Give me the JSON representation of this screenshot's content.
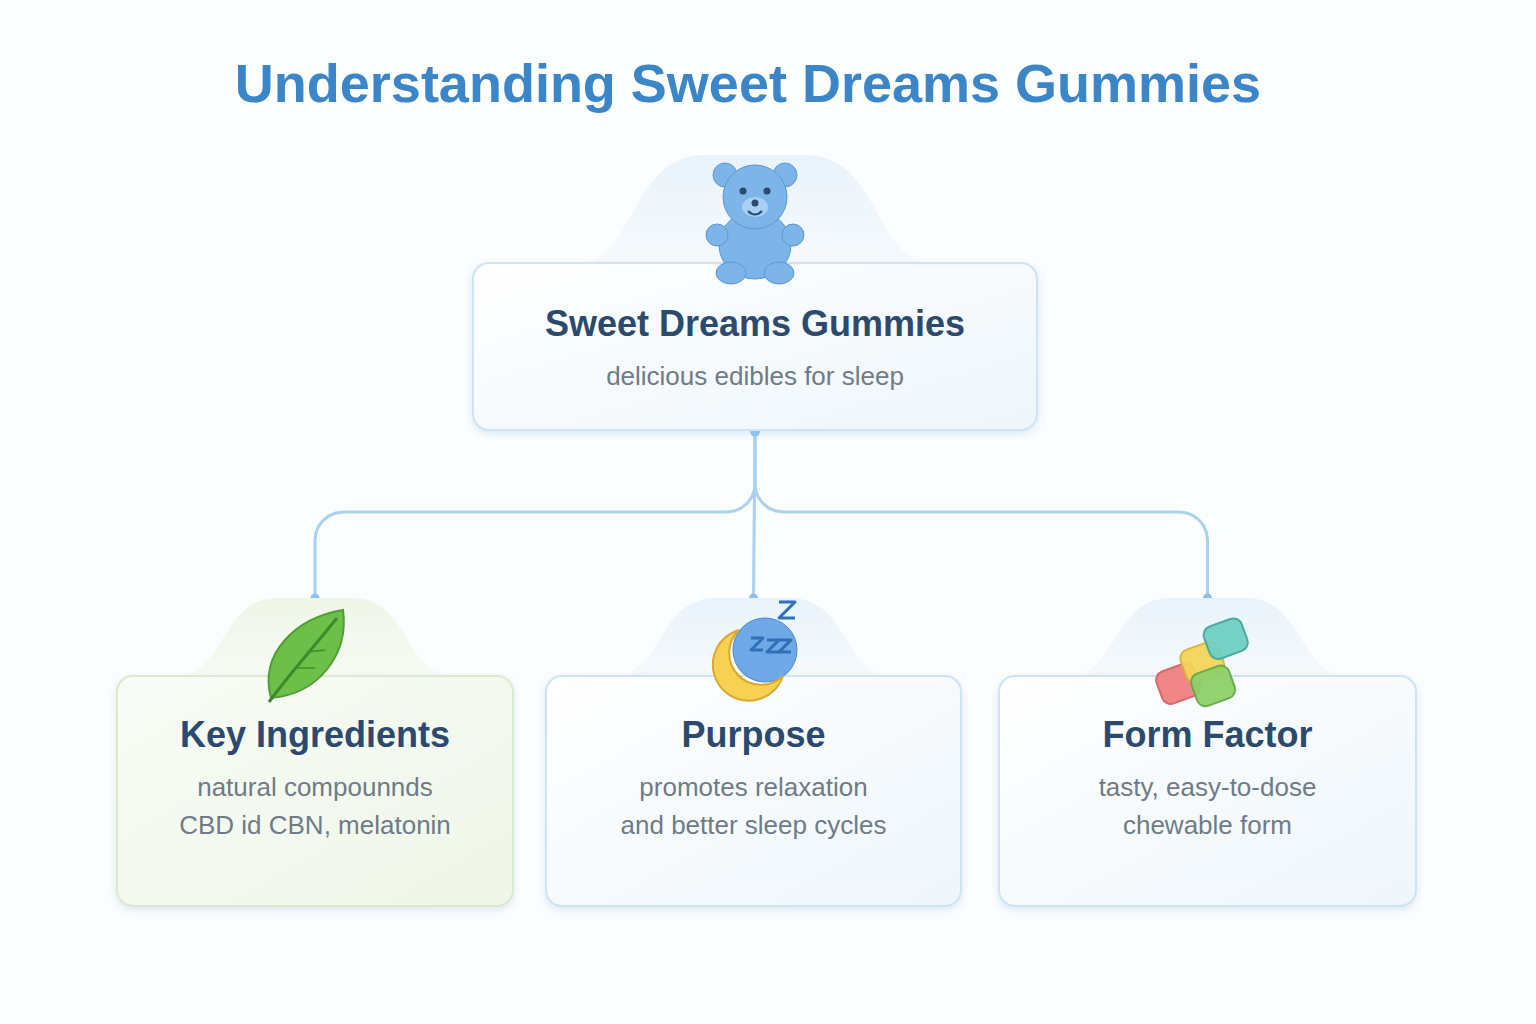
{
  "diagram": {
    "title": "Understanding Sweet Dreams Gummies",
    "nodes": [
      {
        "text": [
          "Sweet Dreams Gummies",
          "delicious edibles for sleep"
        ]
      },
      {
        "text": [
          "Key Ingredients",
          "natural compounnds CBD id CBN, melatonin"
        ]
      },
      {
        "text": [
          "Purpose",
          "promotes relaxation and better sleep cycles"
        ]
      },
      {
        "text": [
          "Form Factor",
          "tasty, easy-to-dose chewable form"
        ]
      }
    ],
    "edges": [
      {
        "from": 0,
        "to": 1,
        "arrow": "none"
      },
      {
        "from": 0,
        "to": 2,
        "arrow": "none"
      },
      {
        "from": 0,
        "to": 3,
        "arrow": "none"
      }
    ]
  }
}
